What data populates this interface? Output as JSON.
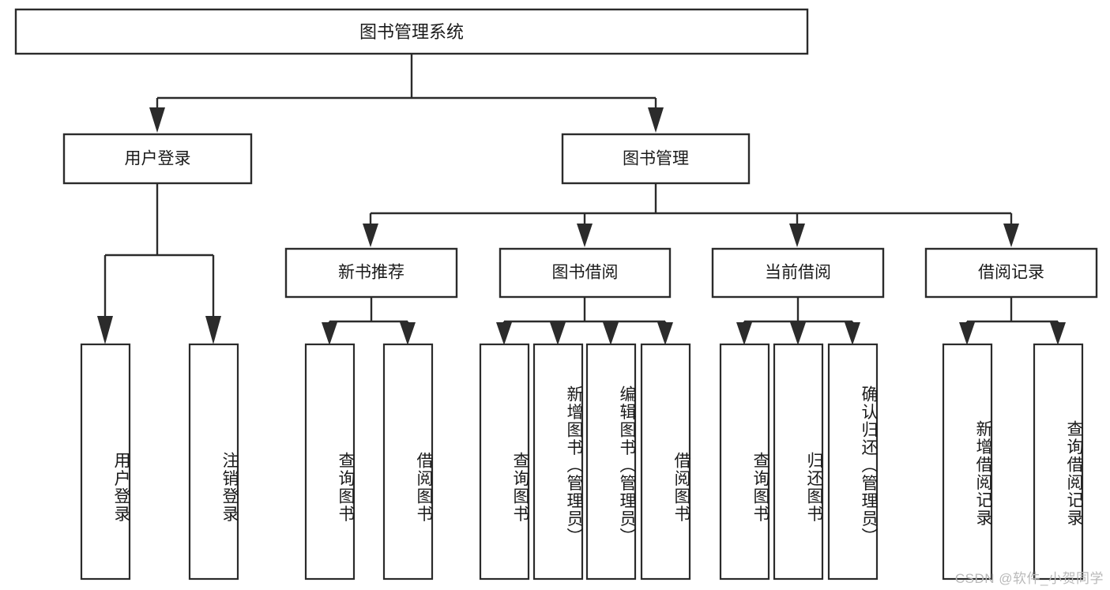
{
  "diagram": {
    "title": "图书管理系统",
    "type": "功能结构图",
    "root": {
      "label": "图书管理系统"
    },
    "level2": [
      {
        "label": "用户登录"
      },
      {
        "label": "图书管理"
      }
    ],
    "level3": [
      {
        "label": "新书推荐",
        "parent": "图书管理"
      },
      {
        "label": "图书借阅",
        "parent": "图书管理"
      },
      {
        "label": "当前借阅",
        "parent": "图书管理"
      },
      {
        "label": "借阅记录",
        "parent": "图书管理"
      }
    ],
    "leaves": {
      "user_login": [
        {
          "label": "用户登录"
        },
        {
          "label": "注销登录"
        }
      ],
      "new_book_recommend": [
        {
          "label": "查询图书"
        },
        {
          "label": "借阅图书"
        }
      ],
      "book_borrow": [
        {
          "label": "查询图书"
        },
        {
          "label": "新增图书（管理员）"
        },
        {
          "label": "编辑图书（管理员）"
        },
        {
          "label": "借阅图书"
        }
      ],
      "current_borrow": [
        {
          "label": "查询图书"
        },
        {
          "label": "归还图书"
        },
        {
          "label": "确认归还（管理员）"
        }
      ],
      "borrow_record": [
        {
          "label": "新增借阅记录"
        },
        {
          "label": "查询借阅记录"
        }
      ]
    },
    "watermark": "CSDN @软件_小贺同学",
    "colors": {
      "stroke": "#2b2b2b",
      "fill": "#ffffff",
      "text": "#1a1a1a",
      "watermark": "#b9b9b9"
    }
  }
}
